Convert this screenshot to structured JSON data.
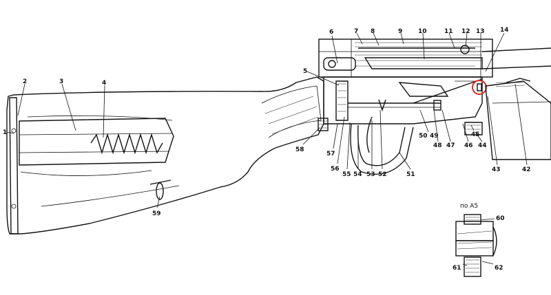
{
  "labels": [
    {
      "id": "1",
      "text": "1"
    },
    {
      "id": "2",
      "text": "2"
    },
    {
      "id": "3",
      "text": "3"
    },
    {
      "id": "4",
      "text": "4"
    },
    {
      "id": "5",
      "text": "5"
    },
    {
      "id": "6",
      "text": "6"
    },
    {
      "id": "7",
      "text": "7"
    },
    {
      "id": "8",
      "text": "8"
    },
    {
      "id": "9",
      "text": "9"
    },
    {
      "id": "10",
      "text": "10"
    },
    {
      "id": "11",
      "text": "11"
    },
    {
      "id": "12",
      "text": "12"
    },
    {
      "id": "13",
      "text": "13"
    },
    {
      "id": "14",
      "text": "14"
    },
    {
      "id": "42",
      "text": "42"
    },
    {
      "id": "43",
      "text": "43"
    },
    {
      "id": "44",
      "text": "44"
    },
    {
      "id": "45",
      "text": "45"
    },
    {
      "id": "46",
      "text": "46"
    },
    {
      "id": "47",
      "text": "47"
    },
    {
      "id": "48",
      "text": "48"
    },
    {
      "id": "49",
      "text": "49"
    },
    {
      "id": "50",
      "text": "50"
    },
    {
      "id": "51",
      "text": "51"
    },
    {
      "id": "52",
      "text": "52"
    },
    {
      "id": "53",
      "text": "53"
    },
    {
      "id": "54",
      "text": "54"
    },
    {
      "id": "55",
      "text": "55"
    },
    {
      "id": "56",
      "text": "56"
    },
    {
      "id": "57",
      "text": "57"
    },
    {
      "id": "58",
      "text": "58"
    },
    {
      "id": "59",
      "text": "59"
    },
    {
      "id": "60",
      "text": "60"
    },
    {
      "id": "61",
      "text": "61"
    },
    {
      "id": "62",
      "text": "62"
    }
  ],
  "inset": {
    "title": "по А5"
  },
  "highlight_color": "#e0281e",
  "ink_color": "#111111"
}
